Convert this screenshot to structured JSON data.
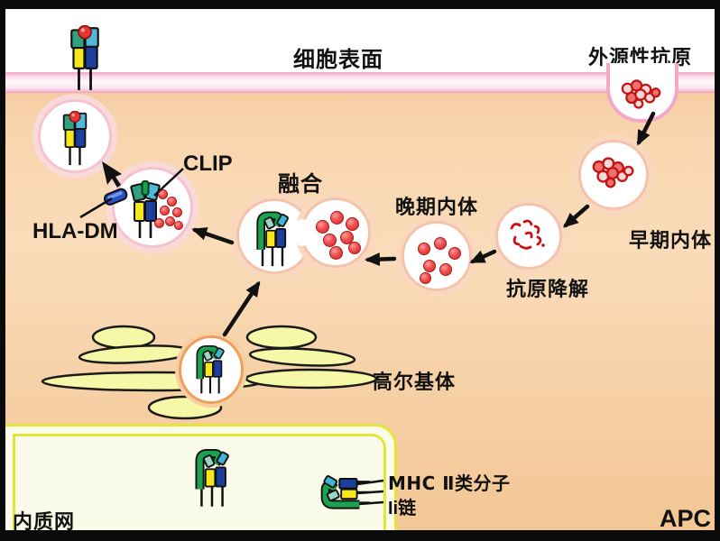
{
  "labels": {
    "cell_surface": "细胞表面",
    "exogenous_antigen": "外源性抗原",
    "clip": "CLIP",
    "hla_dm": "HLA-DM",
    "fusion": "融合",
    "late_endosome": "晚期内体",
    "antigen_degradation": "抗原降解",
    "early_endosome": "早期内体",
    "golgi": "高尔基体",
    "mhc_ii_molecule": "MHC Ⅱ类分子",
    "ii_chain": "Ii链",
    "er": "内质网",
    "apc": "APC"
  },
  "colors": {
    "frame_black": "#0A0A0A",
    "extracellular_white": "#FFFFFF",
    "membrane_pink": "#F2A6C8",
    "cytoplasm_peach": "#F8D4AC",
    "vesicle_ring": "#F5C2AC",
    "vesicle_ring_pink": "#F5C3CF",
    "golgi_yellow": "#F7F7A8",
    "er_border_yellow": "#E4E43C",
    "er_fill_cream": "#FBFBE9",
    "antigen_red": "#C41414",
    "peptide_dot_red": "#E03030",
    "mhc_alpha_teal": "#2FA080",
    "mhc_beta_cyan": "#50B8D8",
    "mhc_domain_yellow": "#F6E81C",
    "mhc_domain_blue": "#1C3F9E",
    "ii_chain_green": "#1CA14E",
    "hla_dm_blue": "#2A52C8",
    "arrow_black": "#111111"
  },
  "icons": {
    "antigen_cluster": "cluster of red outlined particles",
    "degraded_antigen": "red squiggle fragments",
    "peptide_dot": "solid red sphere",
    "mhc_ii_with_peptide": "teal/cyan top + yellow/blue body + red peptide",
    "mhc_ii_with_clip": "MHC II with green CLIP rod in groove",
    "mhc_ii_ii_chain_complex": "MHC II with green Ii chain hook",
    "hla_dm": "small tilted blue cylinder",
    "golgi_stack": "pale yellow flattened sacs",
    "mouse_cursor": "black pointer arrow"
  }
}
